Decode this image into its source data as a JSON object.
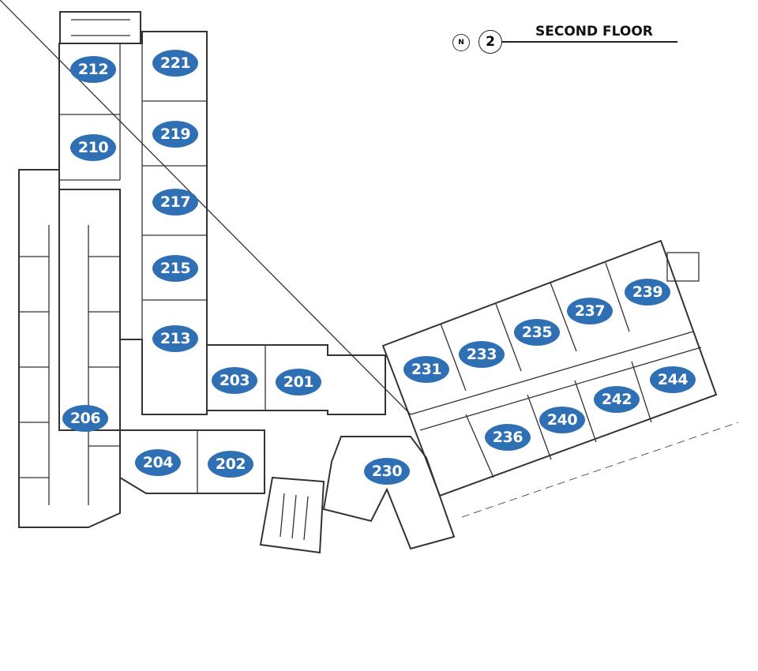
{
  "header": {
    "title": "SECOND FLOOR",
    "floor_number": "2",
    "north_label": "N"
  },
  "colors": {
    "badge": "#2f6fb4",
    "badge_text": "#ffffff",
    "walls": "#333333"
  },
  "rooms": [
    "212",
    "221",
    "210",
    "219",
    "217",
    "215",
    "213",
    "203",
    "201",
    "206",
    "204",
    "202",
    "230",
    "231",
    "233",
    "235",
    "237",
    "239",
    "244",
    "242",
    "240",
    "236"
  ]
}
